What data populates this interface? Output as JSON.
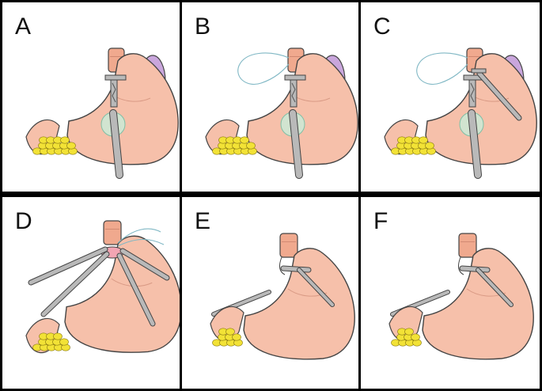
{
  "figure": {
    "panels": [
      {
        "label": "A",
        "variant": "staple-vertical"
      },
      {
        "label": "B",
        "variant": "staple-suture"
      },
      {
        "label": "C",
        "variant": "staple-suture-grasper"
      },
      {
        "label": "D",
        "variant": "multi-instrument"
      },
      {
        "label": "E",
        "variant": "anastomosis"
      },
      {
        "label": "F",
        "variant": "anastomosis"
      }
    ],
    "colors": {
      "stomach": "#f6c0aa",
      "esophagus": "#f0a98e",
      "spleen": "#c9a6dc",
      "fat": "#f2e236",
      "instrument": "#b9b9b9",
      "highlight": "#c8ecd9",
      "outline": "#444444",
      "border": "#000000"
    }
  }
}
